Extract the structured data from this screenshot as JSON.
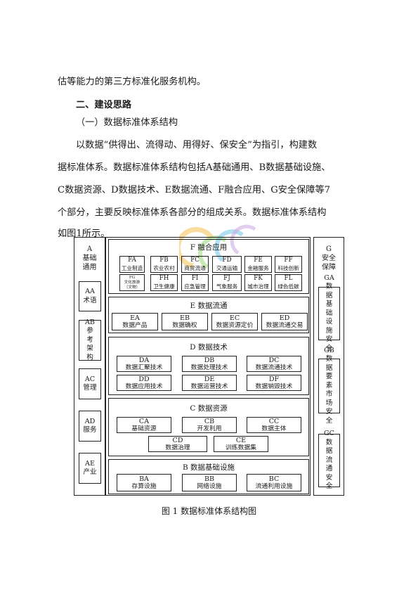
{
  "text": {
    "line1": "估等能力的第三方标准化服务机构。",
    "heading2": "二、建设思路",
    "heading3": "（一）数据标准体系结构",
    "body": [
      "以数据“供得出、流得动、用得好、保安全”为指引，构建数",
      "据标准体系。数据标准体系结构包括A基础通用、B数据基础设施、",
      "C数据资源、D数据技术、E数据流通、F融合应用、G安全保障等7",
      "个部分，主要反映标准体系各部分的组成关系。数据标准体系结构",
      "如图1所示。"
    ]
  },
  "diagram": {
    "A": {
      "head": [
        "A",
        "基础",
        "通用"
      ],
      "items": [
        {
          "code": "AA",
          "name": "术语"
        },
        {
          "code": "AB",
          "name": "参考架构"
        },
        {
          "code": "AC",
          "name": "管理"
        },
        {
          "code": "AD",
          "name": "服务"
        },
        {
          "code": "AE",
          "name": "产业"
        }
      ]
    },
    "F": {
      "title": "F 融合应用",
      "items": [
        {
          "code": "FA",
          "name": "工业制造"
        },
        {
          "code": "FB",
          "name": "农业农村"
        },
        {
          "code": "FC",
          "name": "商贸流通"
        },
        {
          "code": "FD",
          "name": "交通运输"
        },
        {
          "code": "FE",
          "name": "金融服务"
        },
        {
          "code": "FF",
          "name": "科技创新"
        },
        {
          "code": "FG",
          "name": "文化旅游",
          "sub": "（文物）"
        },
        {
          "code": "FH",
          "name": "卫生健康"
        },
        {
          "code": "FI",
          "name": "应急管理"
        },
        {
          "code": "FJ",
          "name": "气象服务"
        },
        {
          "code": "FK",
          "name": "城市治理"
        },
        {
          "code": "FL",
          "name": "绿色低碳"
        }
      ]
    },
    "E": {
      "title": "E 数据流通",
      "items": [
        {
          "code": "EA",
          "name": "数据产品"
        },
        {
          "code": "EB",
          "name": "数据确权"
        },
        {
          "code": "EC",
          "name": "数据资源定价"
        },
        {
          "code": "ED",
          "name": "数据流通交易"
        }
      ]
    },
    "D": {
      "title": "D 数据技术",
      "items": [
        {
          "code": "DA",
          "name": "数据汇聚技术"
        },
        {
          "code": "DB",
          "name": "数据处理技术"
        },
        {
          "code": "DC",
          "name": "数据流通技术"
        },
        {
          "code": "DD",
          "name": "数据应用技术"
        },
        {
          "code": "DE",
          "name": "数据运营技术"
        },
        {
          "code": "DF",
          "name": "数据销毁技术"
        }
      ]
    },
    "C": {
      "title": "C 数据资源",
      "items": [
        {
          "code": "CA",
          "name": "基础资源"
        },
        {
          "code": "CB",
          "name": "开发利用"
        },
        {
          "code": "CC",
          "name": "数据主体"
        },
        {
          "code": "CD",
          "name": "数据治理"
        },
        {
          "code": "CE",
          "name": "训练数据集"
        }
      ]
    },
    "B": {
      "title": "B 数据基础设施",
      "items": [
        {
          "code": "BA",
          "name": "存算设施"
        },
        {
          "code": "BB",
          "name": "网络设施"
        },
        {
          "code": "BC",
          "name": "流通利用设施"
        }
      ]
    },
    "G": {
      "head": [
        "G",
        "安全",
        "保障"
      ],
      "items": [
        {
          "code": "GA",
          "name": "数据基础设施安全"
        },
        {
          "code": "GB",
          "name": "数据要素市场安全"
        },
        {
          "code": "GC",
          "name": "数据流通安全"
        }
      ]
    }
  },
  "caption": "图 1  数据标准体系结构图",
  "watermark": {
    "colors": [
      "#f2c14e",
      "#9bd67a",
      "#6fc3e8",
      "#c9a6e0"
    ]
  }
}
